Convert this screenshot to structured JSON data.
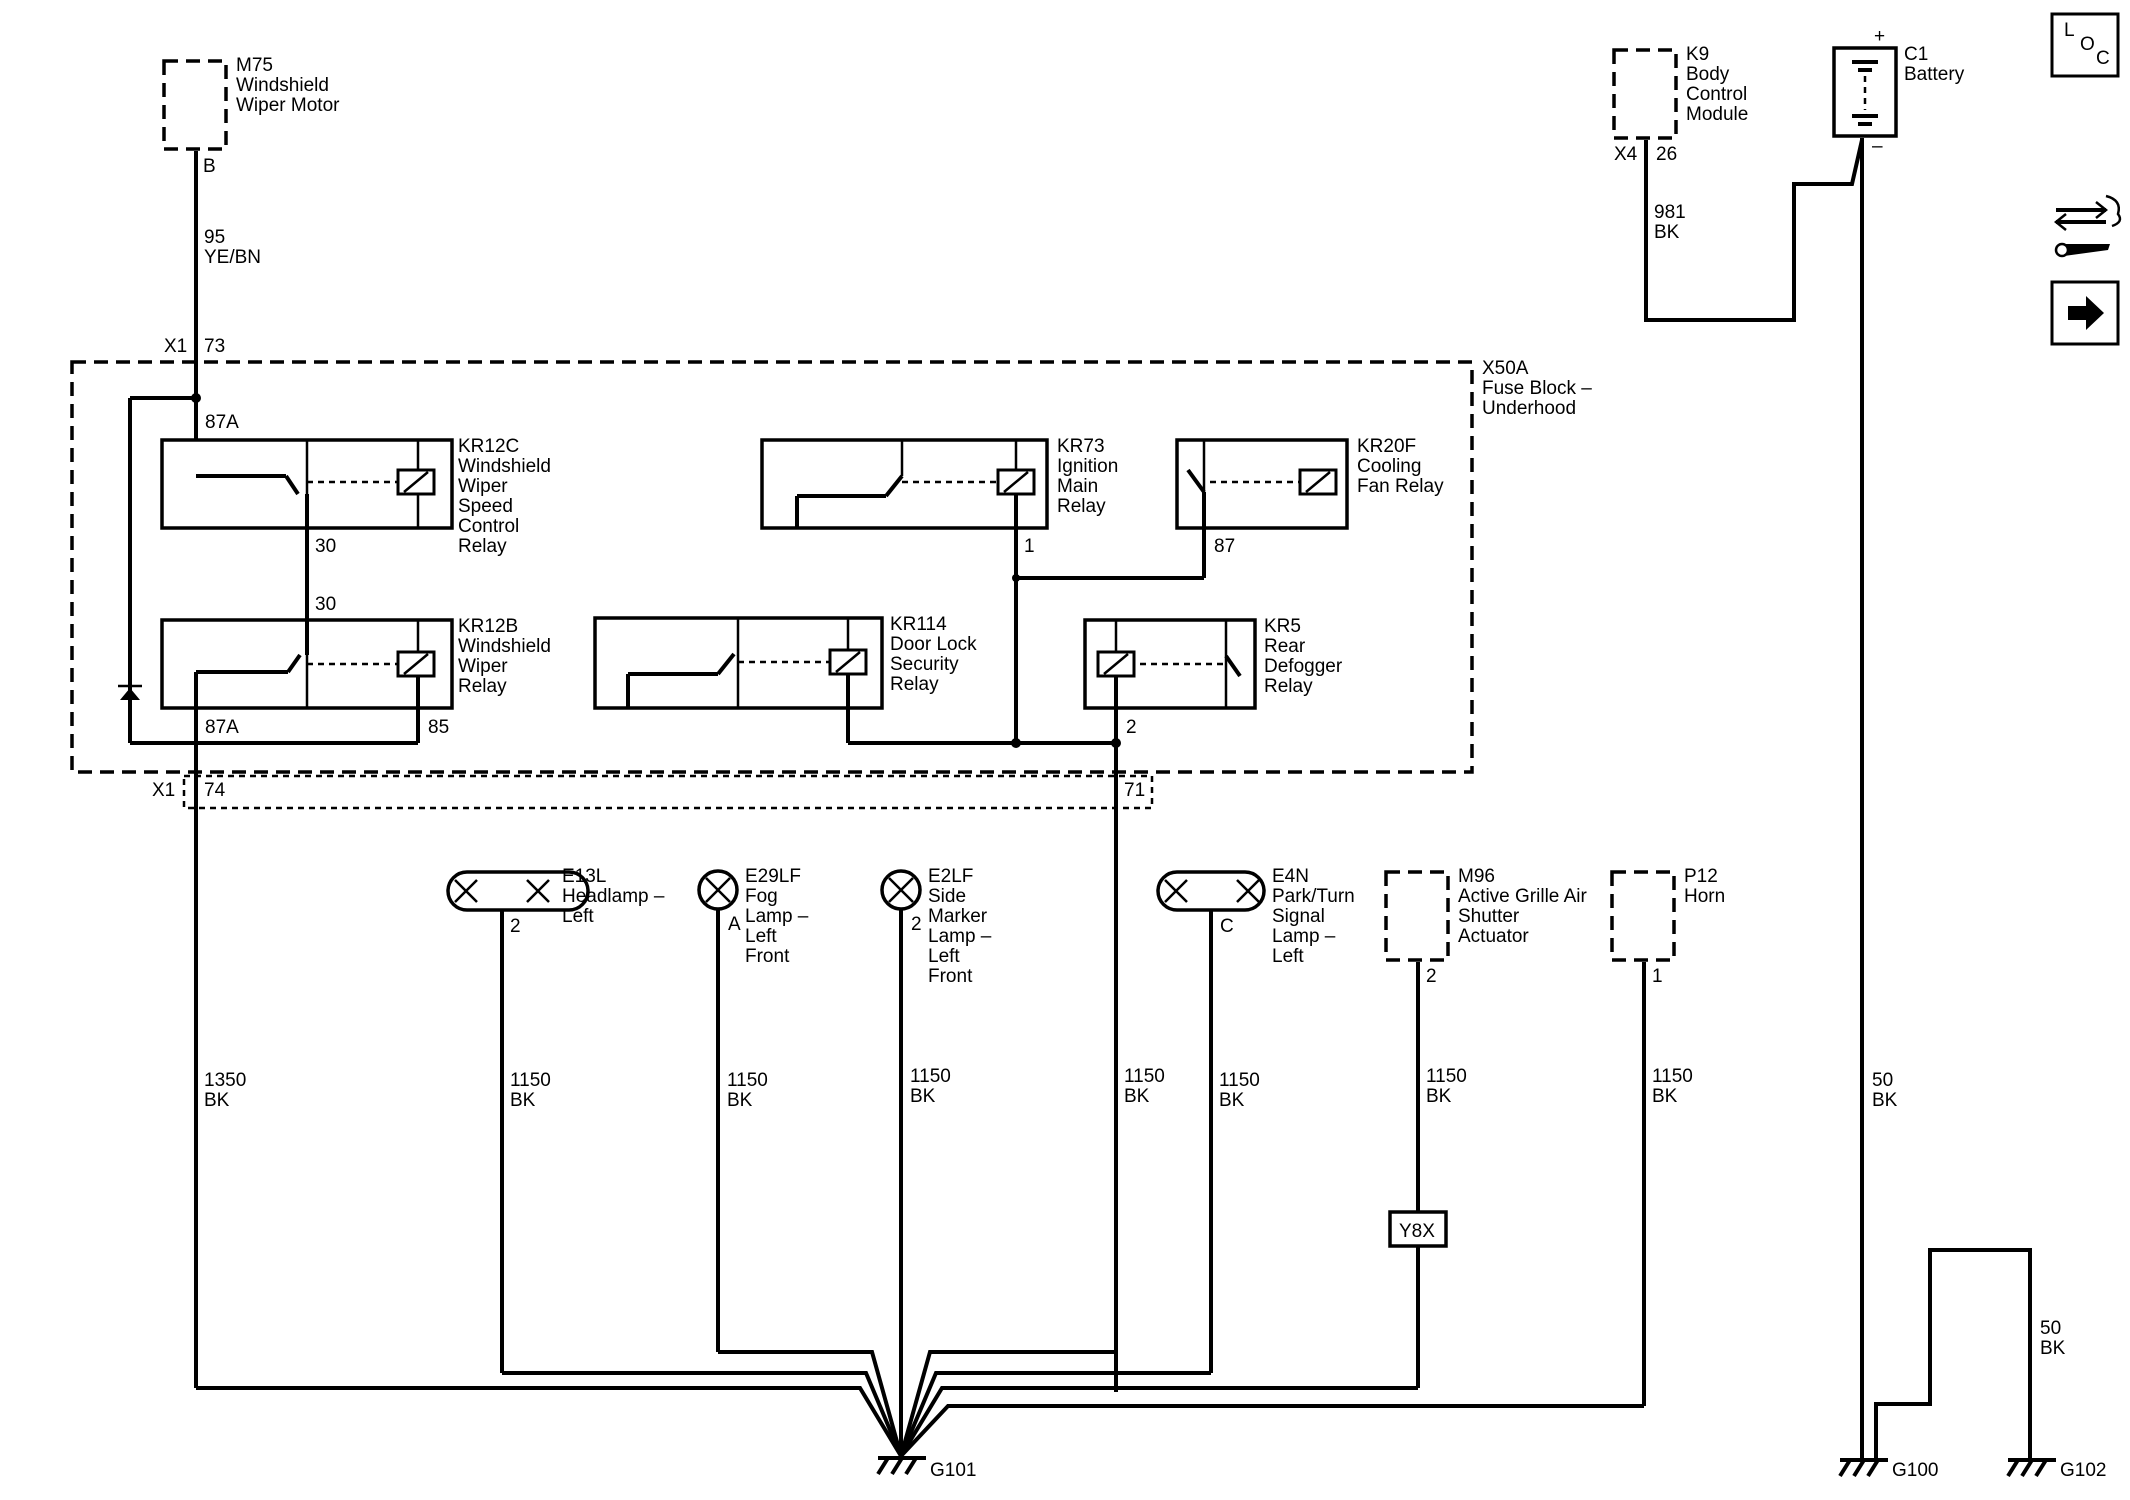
{
  "components": {
    "m75": {
      "id": "M75",
      "name": [
        "Windshield",
        "Wiper Motor"
      ],
      "pin": "B"
    },
    "k9": {
      "id": "K9",
      "name": [
        "Body",
        "Control",
        "Module"
      ],
      "connector": "X4",
      "pin": "26"
    },
    "c1": {
      "id": "C1",
      "name": [
        "Battery"
      ],
      "plus": "+",
      "minus": "–"
    },
    "x50a": {
      "id": "X50A",
      "name": [
        "Fuse Block –",
        "Underhood"
      ]
    },
    "kr12c": {
      "id": "KR12C",
      "name": [
        "Windshield",
        "Wiper",
        "Speed",
        "Control",
        "Relay"
      ],
      "pin_top": "87A",
      "pin_bottom": "30"
    },
    "kr12b": {
      "id": "KR12B",
      "name": [
        "Windshield",
        "Wiper",
        "Relay"
      ],
      "pin_top": "30",
      "pin_87a": "87A",
      "pin_85": "85"
    },
    "kr73": {
      "id": "KR73",
      "name": [
        "Ignition",
        "Main",
        "Relay"
      ],
      "pin": "1"
    },
    "kr20f": {
      "id": "KR20F",
      "name": [
        "Cooling",
        "Fan Relay"
      ],
      "pin": "87"
    },
    "kr114": {
      "id": "KR114",
      "name": [
        "Door Lock",
        "Security",
        "Relay"
      ]
    },
    "kr5": {
      "id": "KR5",
      "name": [
        "Rear",
        "Defogger",
        "Relay"
      ],
      "pin": "2"
    },
    "e13l": {
      "id": "E13L",
      "name": [
        "Headlamp –",
        "Left"
      ],
      "pin": "2"
    },
    "e29lf": {
      "id": "E29LF",
      "name": [
        "Fog",
        "Lamp –",
        "Left",
        "Front"
      ],
      "pin": "A"
    },
    "e2lf": {
      "id": "E2LF",
      "name": [
        "Side",
        "Marker",
        "Lamp –",
        "Left",
        "Front"
      ],
      "pin": "2"
    },
    "e4n": {
      "id": "E4N",
      "name": [
        "Park/Turn",
        "Signal",
        "Lamp –",
        "Left"
      ],
      "pin": "C"
    },
    "m96": {
      "id": "M96",
      "name": [
        "Active Grille Air",
        "Shutter",
        "Actuator"
      ],
      "pin": "2"
    },
    "p12": {
      "id": "P12",
      "name": [
        "Horn"
      ],
      "pin": "1"
    }
  },
  "connectors": {
    "x1_top": {
      "name": "X1",
      "pin": "73"
    },
    "x1_bottom": {
      "name": "X1",
      "pin": "74"
    },
    "x1_71": {
      "pin": "71"
    }
  },
  "wires": {
    "m75_wire": {
      "circuit": "95",
      "color": "YE/BN"
    },
    "k9_wire": {
      "circuit": "981",
      "color": "BK"
    },
    "bat_wire": {
      "circuit": "50",
      "color": "BK"
    },
    "g102_wire": {
      "circuit": "50",
      "color": "BK"
    },
    "x1_74_wire": {
      "circuit": "1350",
      "color": "BK"
    },
    "e13l_wire": {
      "circuit": "1150",
      "color": "BK"
    },
    "e29lf_wire": {
      "circuit": "1150",
      "color": "BK"
    },
    "e2lf_wire": {
      "circuit": "1150",
      "color": "BK"
    },
    "x1_71_wire": {
      "circuit": "1150",
      "color": "BK"
    },
    "e4n_wire": {
      "circuit": "1150",
      "color": "BK"
    },
    "m96_wire": {
      "circuit": "1150",
      "color": "BK"
    },
    "p12_wire": {
      "circuit": "1150",
      "color": "BK"
    }
  },
  "option_code": "Y8X",
  "grounds": {
    "g101": "G101",
    "g100": "G100",
    "g102": "G102"
  },
  "nav": {
    "loc": [
      "L",
      "O",
      "C"
    ],
    "description_icon": "description-operation-icon",
    "next_icon": "arrow-right-icon"
  }
}
